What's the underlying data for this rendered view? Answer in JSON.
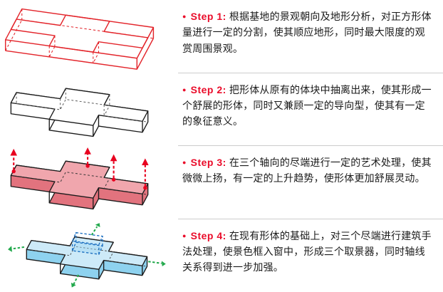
{
  "steps": [
    {
      "bullet": "●",
      "label": "Step 1:",
      "text": "根据基地的景观朝向及地形分析，对正方形体量进行一定的分割，使其顺应地形，同时最大限度的观赏周围景观。",
      "sketch": "red-wireframe-slab-with-cross-cut"
    },
    {
      "bullet": "●",
      "label": "Step 2:",
      "text": "把形体从原有的体块中抽离出来，使其形成一个舒展的形体，同时又兼顾一定的导向型，使其有一定的象征意义。",
      "sketch": "extracted-cross-volume-outline"
    },
    {
      "bullet": "●",
      "label": "Step 3:",
      "text": "在三个轴向的尽端进行一定的艺术处理，使其微微上扬，有一定的上升趋势，使形体更加舒展灵动。",
      "sketch": "pink-volume-with-uplift-arrows"
    },
    {
      "bullet": "●",
      "label": "Step 4:",
      "text": "在现有形体的基础上，对三个尽端进行建筑手法处理，使景色框入窗中，形成三个取景器，同时轴线关系得到进一步加强。",
      "sketch": "blue-volume-with-viewfinder-frames-and-axis-arrows"
    }
  ],
  "colors": {
    "step_label": "#ea0c2a",
    "body_text": "#1a1a1a",
    "divider": "#cccccc",
    "sketch1_line": "#e3252b",
    "sketch_outline": "#1a1a1a",
    "sketch3_top": "#f0a6ad",
    "sketch3_side": "#e2737e",
    "sketch3_arrow": "#e8001f",
    "sketch4_top": "#cdeaf8",
    "sketch4_side": "#8ed2ef",
    "sketch4_frame": "#1a6ec0",
    "sketch4_arrow": "#22a94c"
  }
}
